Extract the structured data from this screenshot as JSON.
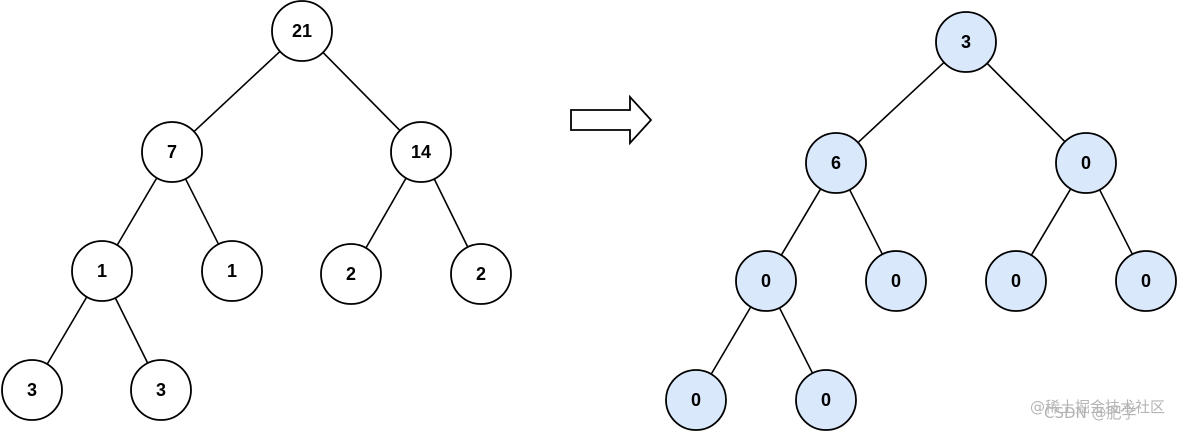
{
  "colors": {
    "left_node_fill": "#ffffff",
    "right_node_fill": "#dae8fc",
    "stroke": "#000000",
    "watermark": "#b5b5b5"
  },
  "left_tree": {
    "nodes": [
      {
        "id": "L0",
        "label": "21"
      },
      {
        "id": "L1",
        "label": "7"
      },
      {
        "id": "L2",
        "label": "14"
      },
      {
        "id": "L3",
        "label": "1"
      },
      {
        "id": "L4",
        "label": "1"
      },
      {
        "id": "L5",
        "label": "2"
      },
      {
        "id": "L6",
        "label": "2"
      },
      {
        "id": "L7",
        "label": "3"
      },
      {
        "id": "L8",
        "label": "3"
      }
    ],
    "edges": [
      [
        "L0",
        "L1"
      ],
      [
        "L0",
        "L2"
      ],
      [
        "L1",
        "L3"
      ],
      [
        "L1",
        "L4"
      ],
      [
        "L2",
        "L5"
      ],
      [
        "L2",
        "L6"
      ],
      [
        "L3",
        "L7"
      ],
      [
        "L3",
        "L8"
      ]
    ]
  },
  "right_tree": {
    "nodes": [
      {
        "id": "R0",
        "label": "3"
      },
      {
        "id": "R1",
        "label": "6"
      },
      {
        "id": "R2",
        "label": "0"
      },
      {
        "id": "R3",
        "label": "0"
      },
      {
        "id": "R4",
        "label": "0"
      },
      {
        "id": "R5",
        "label": "0"
      },
      {
        "id": "R6",
        "label": "0"
      },
      {
        "id": "R7",
        "label": "0"
      },
      {
        "id": "R8",
        "label": "0"
      }
    ],
    "edges": [
      [
        "R0",
        "R1"
      ],
      [
        "R0",
        "R2"
      ],
      [
        "R1",
        "R3"
      ],
      [
        "R1",
        "R4"
      ],
      [
        "R2",
        "R5"
      ],
      [
        "R2",
        "R6"
      ],
      [
        "R3",
        "R7"
      ],
      [
        "R3",
        "R8"
      ]
    ]
  },
  "arrow": {
    "icon": "right-arrow-icon"
  },
  "watermark": {
    "line1": "@稀土掘金技术社区",
    "line2": "CSDN @肥学"
  }
}
